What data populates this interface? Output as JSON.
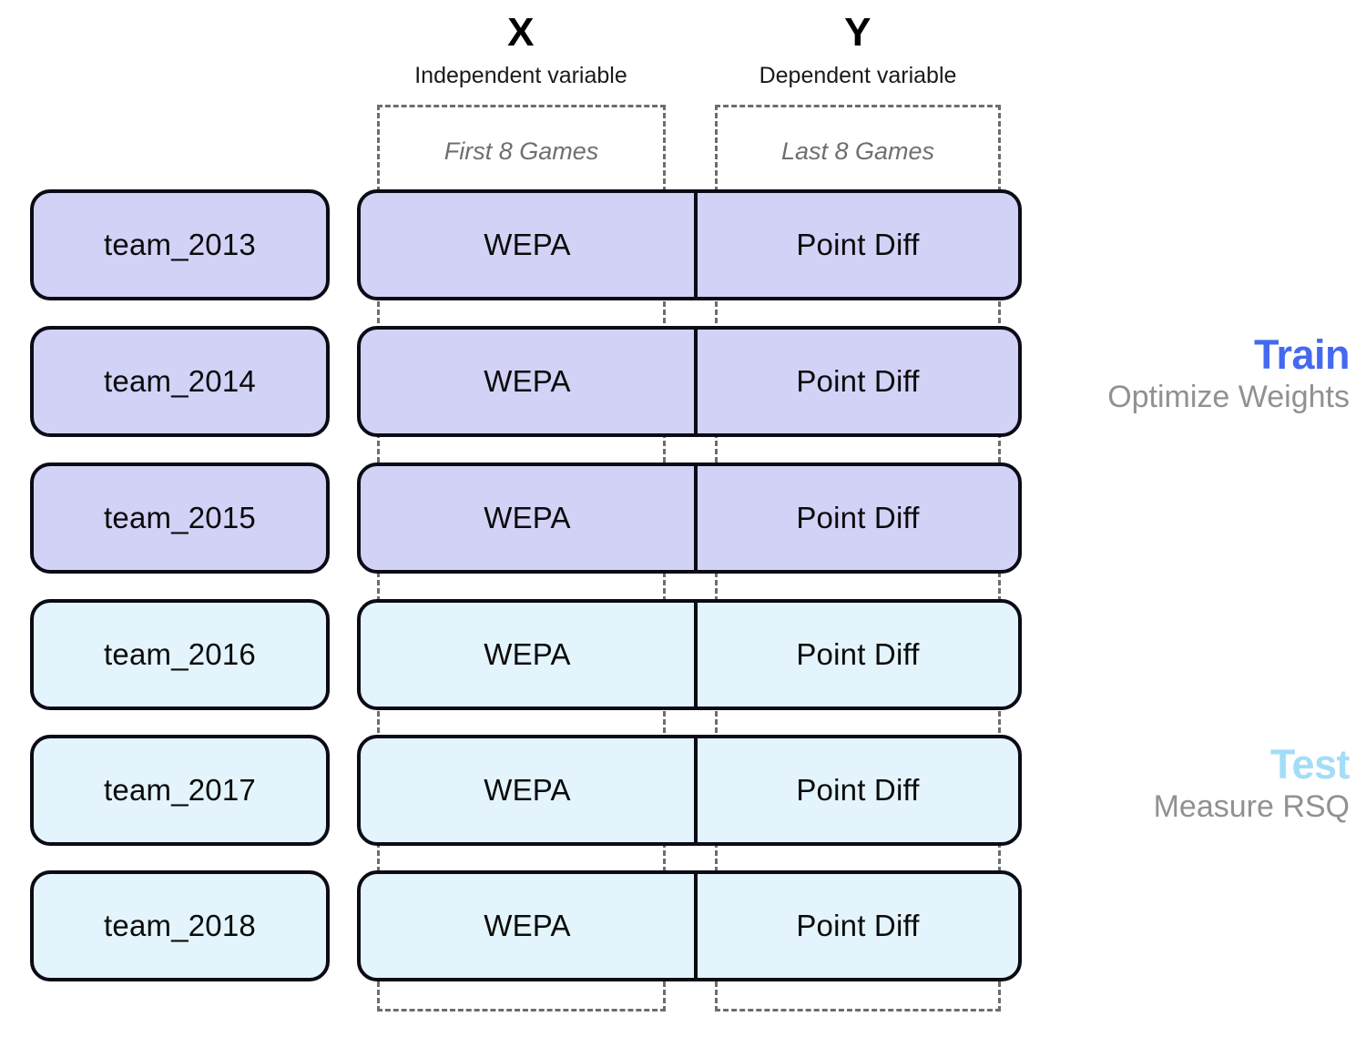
{
  "columns": [
    {
      "letter": "X",
      "subtitle": "Independent variable",
      "caption": "First 8 Games",
      "field": "WEPA"
    },
    {
      "letter": "Y",
      "subtitle": "Dependent variable",
      "caption": "Last 8 Games",
      "field": "Point Diff"
    }
  ],
  "rows": [
    {
      "team": "team_2013",
      "x_field": "WEPA",
      "y_field": "Point Diff",
      "split": "train"
    },
    {
      "team": "team_2014",
      "x_field": "WEPA",
      "y_field": "Point Diff",
      "split": "train"
    },
    {
      "team": "team_2015",
      "x_field": "WEPA",
      "y_field": "Point Diff",
      "split": "train"
    },
    {
      "team": "team_2016",
      "x_field": "WEPA",
      "y_field": "Point Diff",
      "split": "test"
    },
    {
      "team": "team_2017",
      "x_field": "WEPA",
      "y_field": "Point Diff",
      "split": "test"
    },
    {
      "team": "team_2018",
      "x_field": "WEPA",
      "y_field": "Point Diff",
      "split": "test"
    }
  ],
  "splits": [
    {
      "id": "train",
      "title": "Train",
      "description": "Optimize Weights",
      "title_color": "#4569f0",
      "fill_color": "#d2d2f7"
    },
    {
      "id": "test",
      "title": "Test",
      "description": "Measure RSQ",
      "title_color": "#a3ddf7",
      "fill_color": "#e3f4fc"
    }
  ],
  "colors": {
    "train_fill": "#d2d2f7",
    "test_fill": "#e3f4fc",
    "train_accent": "#4569f0",
    "test_accent": "#a3ddf7",
    "outline": "#0b0b16",
    "dashed": "#6d6d6d",
    "caption_text": "#6f6f6f",
    "muted_text": "#919191",
    "background": "#ffffff"
  }
}
